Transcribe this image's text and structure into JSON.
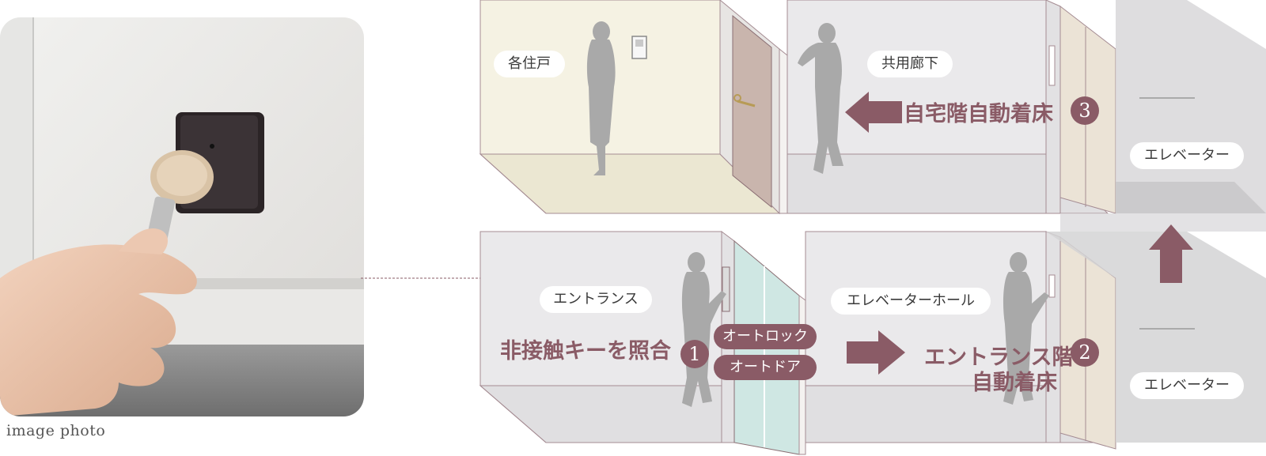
{
  "photo": {
    "caption": "image photo"
  },
  "rooms": {
    "unit": "各住戸",
    "corridor": "共用廊下",
    "entrance": "エントランス",
    "elevator_hall": "エレベーターホール",
    "elevator_top": "エレベーター",
    "elevator_bottom": "エレベーター"
  },
  "steps": [
    {
      "num": "1",
      "text": "非接触キーを照合"
    },
    {
      "num": "2",
      "text_line1": "エントランス階",
      "text_line2": "自動着床"
    },
    {
      "num": "3",
      "text": "自宅階自動着床"
    }
  ],
  "badges": {
    "autolock": "オートロック",
    "autodoor": "オートドア"
  },
  "colors": {
    "accent": "#8a5b66",
    "unit_wall": "#f4f1e1",
    "corridor_wall": "#e9e8ea",
    "glass": "#cfe7e3"
  }
}
